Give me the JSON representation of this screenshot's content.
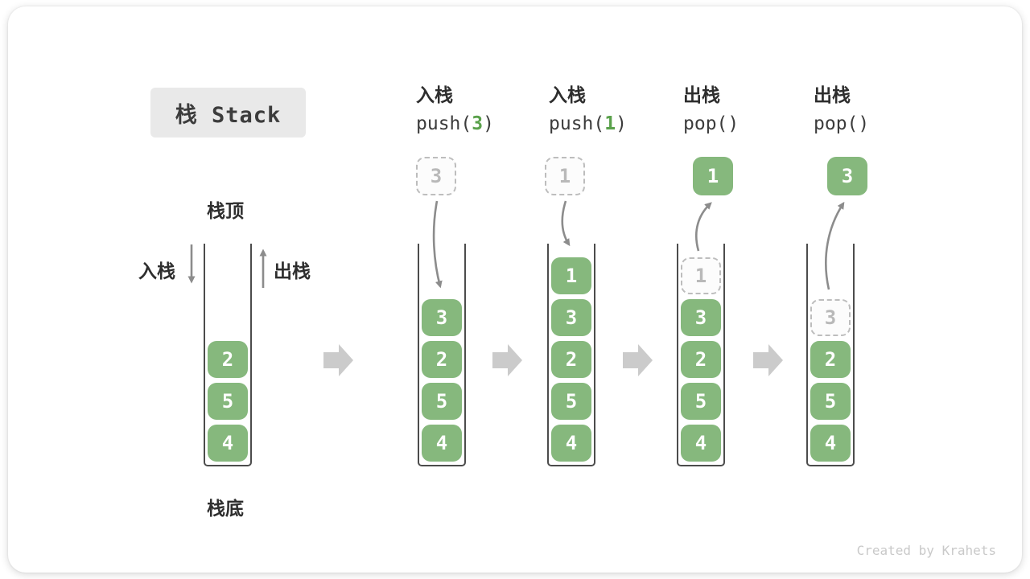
{
  "title": "栈 Stack",
  "labels": {
    "stack_top": "栈顶",
    "stack_bottom": "栈底",
    "push_side": "入栈",
    "pop_side": "出栈"
  },
  "operations": [
    {
      "cn": "入栈",
      "code_pre": "push(",
      "code_arg": "3",
      "code_post": ")"
    },
    {
      "cn": "入栈",
      "code_pre": "push(",
      "code_arg": "1",
      "code_post": ")"
    },
    {
      "cn": "出栈",
      "code_pre": "pop()",
      "code_arg": "",
      "code_post": ""
    },
    {
      "cn": "出栈",
      "code_pre": "pop()",
      "code_arg": "",
      "code_post": ""
    }
  ],
  "stacks": [
    {
      "name": "initial",
      "cells": [
        "2",
        "5",
        "4"
      ],
      "ghost_top": false,
      "float": null,
      "arrow": null
    },
    {
      "name": "after-push-3",
      "cells": [
        "3",
        "2",
        "5",
        "4"
      ],
      "ghost_top": false,
      "float": {
        "value": "3",
        "style": "dashed"
      },
      "arrow": "push"
    },
    {
      "name": "after-push-1",
      "cells": [
        "1",
        "3",
        "2",
        "5",
        "4"
      ],
      "ghost_top": false,
      "float": {
        "value": "1",
        "style": "dashed"
      },
      "arrow": "push"
    },
    {
      "name": "after-pop-1",
      "cells": [
        "1",
        "3",
        "2",
        "5",
        "4"
      ],
      "ghost_top": true,
      "float": {
        "value": "1",
        "style": "solid"
      },
      "arrow": "pop"
    },
    {
      "name": "after-pop-3",
      "cells": [
        "3",
        "2",
        "5",
        "4"
      ],
      "ghost_top": true,
      "float": {
        "value": "3",
        "style": "solid"
      },
      "arrow": "pop"
    }
  ],
  "watermark": "Created by Krahets",
  "colors": {
    "green": "#86b87d",
    "code-green": "#5aa14b",
    "ghost-border": "#bdbdbd",
    "ghost-text": "#b9b9b9",
    "wall": "#4c4c4c",
    "arrow": "#8c8c8c",
    "block-arrow": "#cbcbcb",
    "title-bg": "#e9e9e9",
    "ink": "#3c3c3c",
    "watermark": "#c9c9c9"
  }
}
